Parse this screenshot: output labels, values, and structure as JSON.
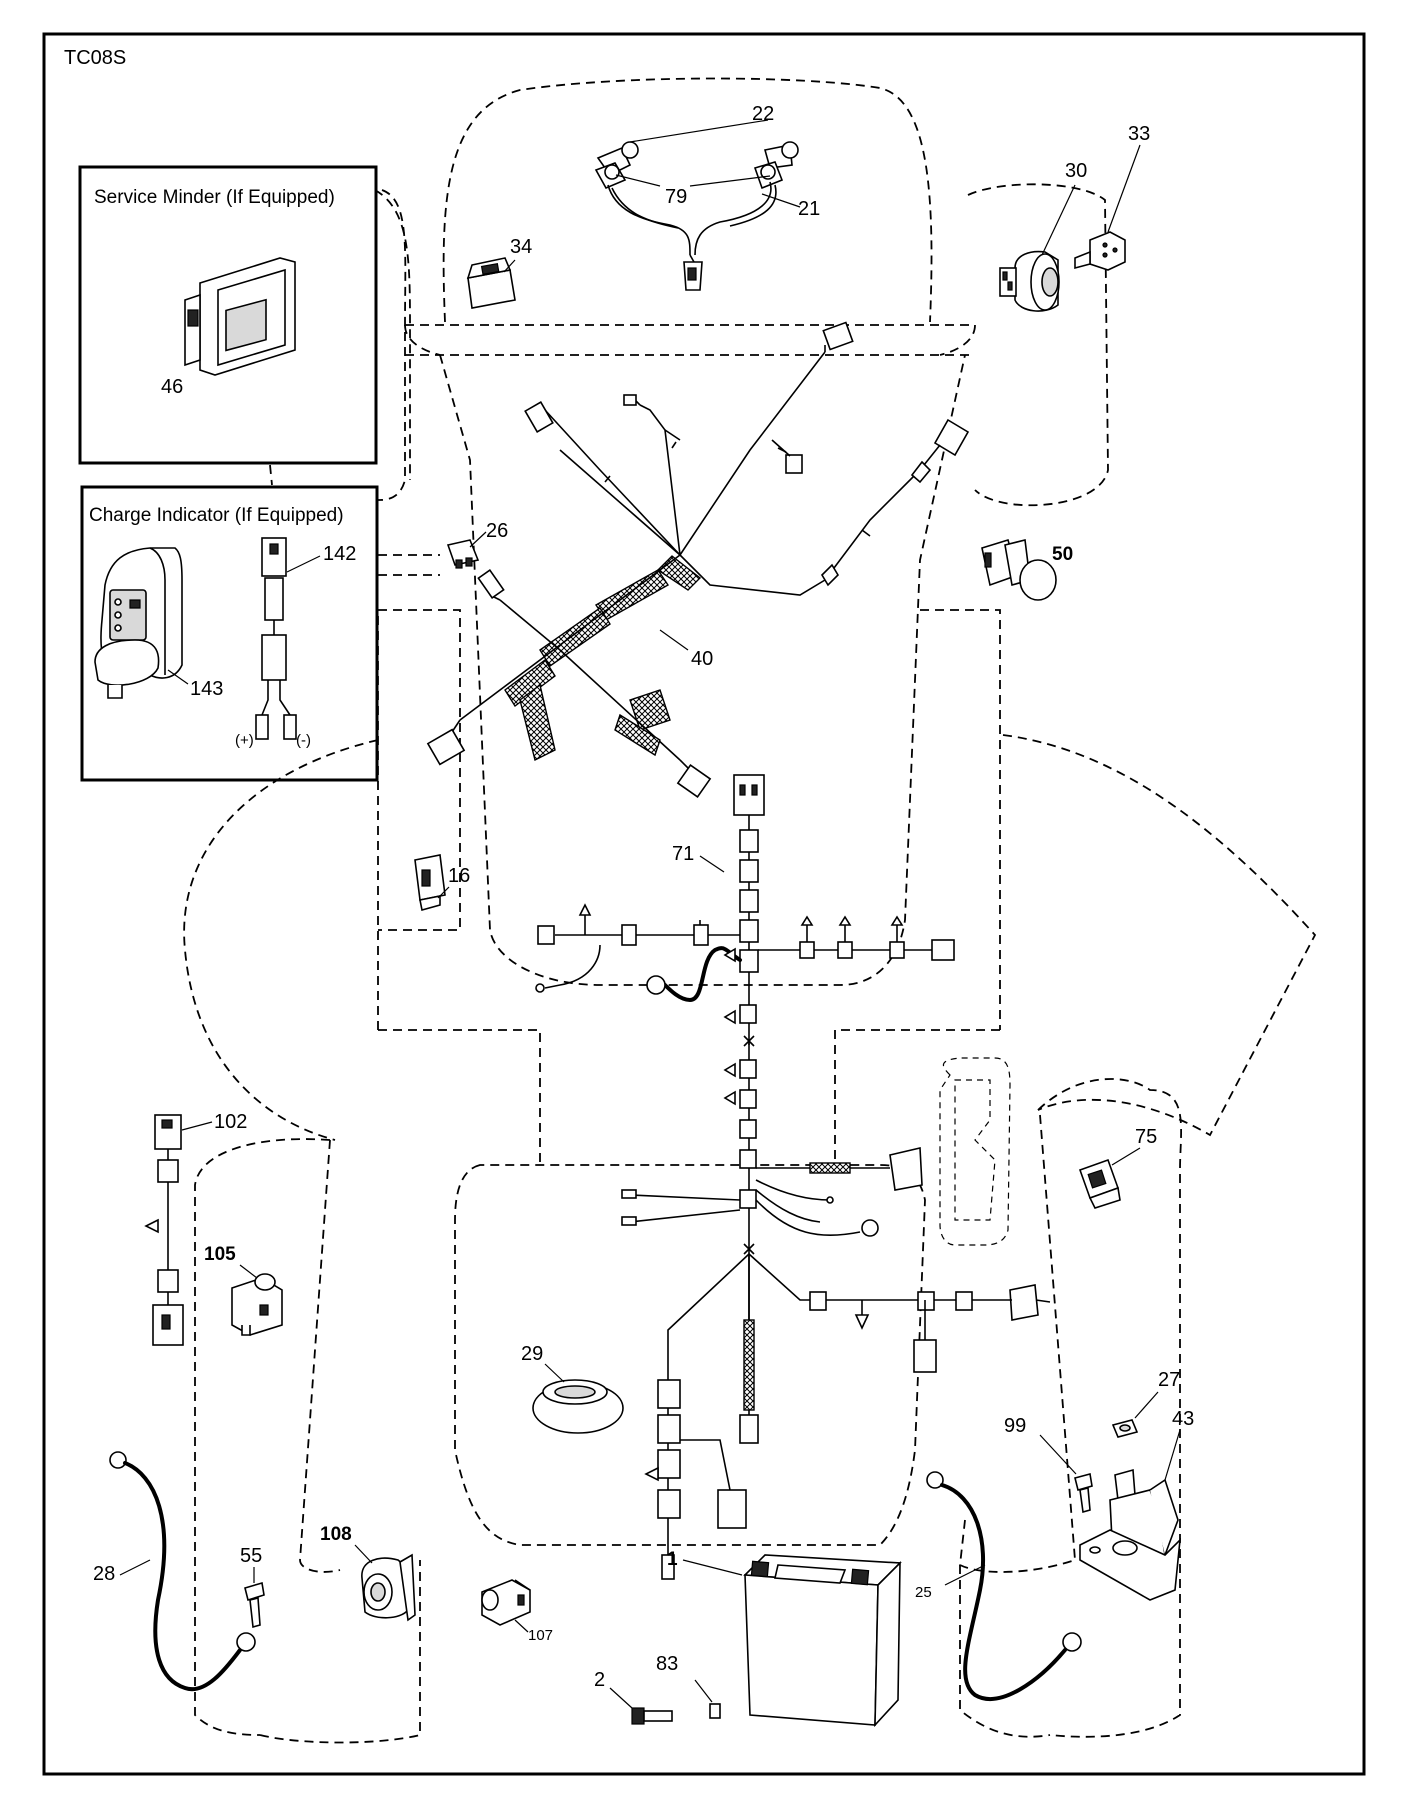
{
  "diagram_code": "TC08S",
  "boxes": {
    "service_minder": "Service Minder (If Equipped)",
    "charge_indicator": "Charge Indicator (If Equipped)",
    "plus_label": "(+)",
    "minus_label": "(-)"
  },
  "callouts": {
    "p1": "1",
    "p2": "2",
    "p16": "16",
    "p21": "21",
    "p22": "22",
    "p25": "25",
    "p26": "26",
    "p27": "27",
    "p28": "28",
    "p29": "29",
    "p30": "30",
    "p33": "33",
    "p34": "34",
    "p40": "40",
    "p43": "43",
    "p46": "46",
    "p50": "50",
    "p55": "55",
    "p71": "71",
    "p75": "75",
    "p79": "79",
    "p83": "83",
    "p99": "99",
    "p102": "102",
    "p105": "105",
    "p107": "107",
    "p108": "108",
    "p142": "142",
    "p143": "143"
  }
}
